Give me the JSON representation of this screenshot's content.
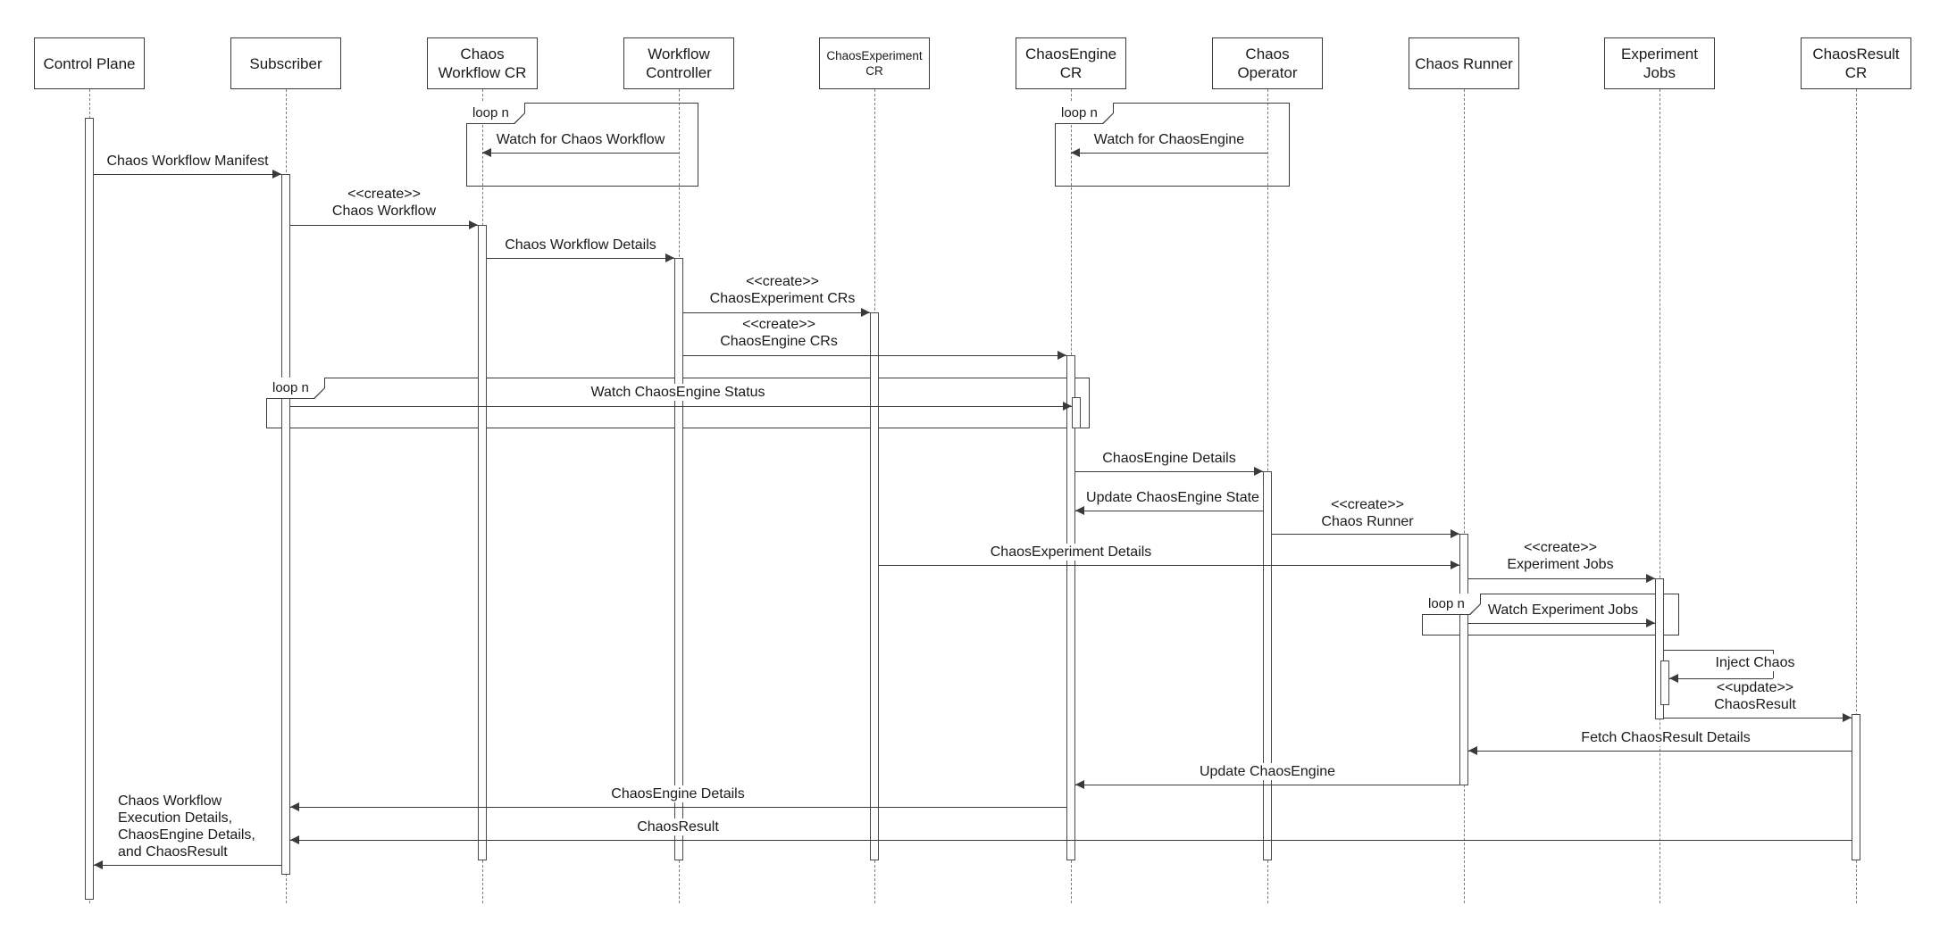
{
  "diagram": {
    "colors": {
      "line": "#3a3a3a",
      "background": "#ffffff",
      "activation_fill": "#fdfdfd"
    },
    "participants": [
      {
        "label": "Control Plane"
      },
      {
        "label": "Subscriber"
      },
      {
        "label": "Chaos\nWorkflow CR"
      },
      {
        "label": "Workflow\nController"
      },
      {
        "label": "ChaosExperiment\nCR"
      },
      {
        "label": "ChaosEngine\nCR"
      },
      {
        "label": "Chaos\nOperator"
      },
      {
        "label": "Chaos Runner"
      },
      {
        "label": "Experiment\nJobs"
      },
      {
        "label": "ChaosResult\nCR"
      }
    ],
    "fragments": [
      {
        "tag": "loop n"
      },
      {
        "tag": "loop n"
      },
      {
        "tag": "loop n"
      },
      {
        "tag": "loop n"
      }
    ],
    "messages": [
      {
        "label": "Watch for Chaos Workflow"
      },
      {
        "label": "Watch for ChaosEngine"
      },
      {
        "label": "Chaos Workflow Manifest"
      },
      {
        "label": "<<create>>\nChaos Workflow"
      },
      {
        "label": "Chaos Workflow Details"
      },
      {
        "label": "<<create>>\nChaosExperiment CRs"
      },
      {
        "label": "<<create>>\nChaosEngine CRs"
      },
      {
        "label": "Watch ChaosEngine Status"
      },
      {
        "label": "ChaosEngine Details"
      },
      {
        "label": "Update ChaosEngine State"
      },
      {
        "label": "<<create>>\nChaos Runner"
      },
      {
        "label": "ChaosExperiment Details"
      },
      {
        "label": "<<create>>\nExperiment Jobs"
      },
      {
        "label": "Watch Experiment Jobs"
      },
      {
        "label": "Inject Chaos"
      },
      {
        "label": "<<update>>\nChaosResult"
      },
      {
        "label": "Fetch ChaosResult Details"
      },
      {
        "label": "Update ChaosEngine"
      },
      {
        "label": "ChaosEngine Details"
      },
      {
        "label": "ChaosResult"
      },
      {
        "label": "Chaos Workflow\nExecution Details,\nChaosEngine Details,\nand ChaosResult"
      }
    ]
  }
}
